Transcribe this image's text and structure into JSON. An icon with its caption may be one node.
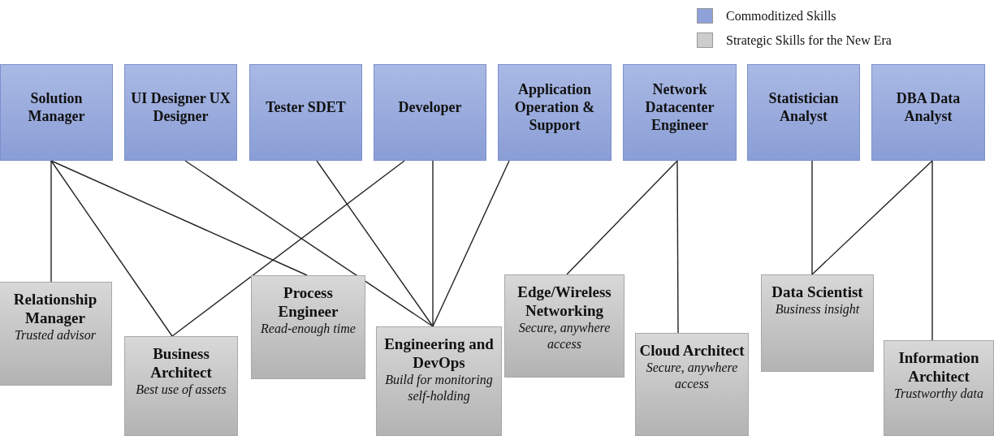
{
  "diagram": {
    "nodes": [
      {
        "text": [
          "Solution Manager"
        ]
      },
      {
        "text": [
          "UI Designer UX Designer"
        ]
      },
      {
        "text": [
          "Tester SDET"
        ]
      },
      {
        "text": [
          "Developer"
        ]
      },
      {
        "text": [
          "Application Operation & Support"
        ]
      },
      {
        "text": [
          "Network Datacenter Engineer"
        ]
      },
      {
        "text": [
          "Statistician Analyst"
        ]
      },
      {
        "text": [
          "DBA Data Analyst"
        ]
      },
      {
        "text": [
          "Relationship Manager",
          "Trusted advisor"
        ]
      },
      {
        "text": [
          "Business Architect",
          "Best use of assets"
        ]
      },
      {
        "text": [
          "Process Engineer",
          "Read-enough time"
        ]
      },
      {
        "text": [
          "Engineering and DevOps",
          "Build for monitoring self-holding"
        ]
      },
      {
        "text": [
          "Edge/Wireless Networking",
          "Secure, anywhere access"
        ]
      },
      {
        "text": [
          "Cloud Architect",
          "Secure, anywhere access"
        ]
      },
      {
        "text": [
          "Data Scientist",
          "Business insight"
        ]
      },
      {
        "text": [
          "Information Architect",
          "Trustworthy data"
        ]
      }
    ],
    "edges": [
      {
        "from": 0,
        "to": 8,
        "arrow": "none"
      },
      {
        "from": 0,
        "to": 9,
        "arrow": "none"
      },
      {
        "from": 0,
        "to": 10,
        "arrow": "none"
      },
      {
        "from": 1,
        "to": 11,
        "arrow": "none"
      },
      {
        "from": 2,
        "to": 11,
        "arrow": "none"
      },
      {
        "from": 3,
        "to": 9,
        "arrow": "none"
      },
      {
        "from": 3,
        "to": 11,
        "arrow": "none"
      },
      {
        "from": 4,
        "to": 11,
        "arrow": "none"
      },
      {
        "from": 5,
        "to": 12,
        "arrow": "none"
      },
      {
        "from": 5,
        "to": 13,
        "arrow": "none"
      },
      {
        "from": 6,
        "to": 14,
        "arrow": "none"
      },
      {
        "from": 7,
        "to": 14,
        "arrow": "none"
      },
      {
        "from": 7,
        "to": 15,
        "arrow": "none"
      }
    ],
    "legend": [
      {
        "text": "Commoditized Skills",
        "color": "#8fa1d9"
      },
      {
        "text": "Strategic Skills for the New Era",
        "color": "#cccccc"
      }
    ]
  }
}
